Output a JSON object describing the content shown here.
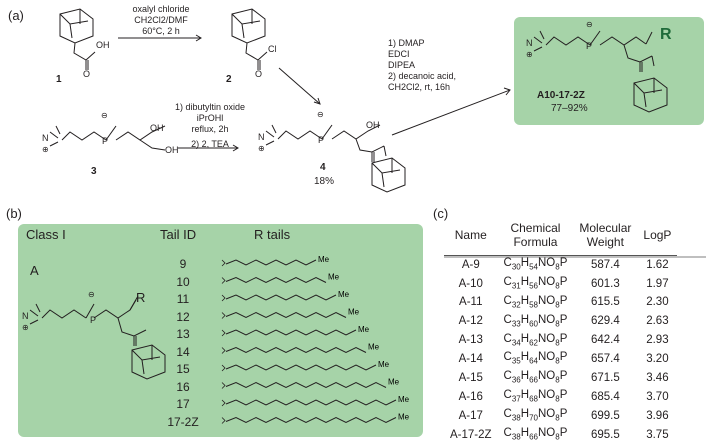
{
  "panels": {
    "a": "(a)",
    "b": "(b)",
    "c": "(c)"
  },
  "scheme": {
    "step1": [
      "oxalyl chloride",
      "CH2Cl2/DMF",
      "60°C, 2 h"
    ],
    "step2": [
      "1) dibutyltin oxide",
      "iPrOHl",
      "reflux, 2h",
      "2) 2, TEA"
    ],
    "step3": [
      "1) DMAP",
      "EDCI",
      "DIPEA",
      "2) decanoic acid,",
      "CH2Cl2, rt, 16h"
    ],
    "compounds": {
      "c1": "1",
      "c2": "2",
      "c3": "3",
      "c4": "4",
      "c4_yield": "18%",
      "product_name": "A10-17-2Z",
      "product_yield": "77–92%",
      "r_group": "R"
    },
    "atoms": {
      "oh": "OH",
      "o": "O",
      "cl": "Cl",
      "p": "P",
      "n": "N",
      "minus": "⊖",
      "plus": "⊕"
    }
  },
  "panel_b": {
    "class_header": "Class I",
    "tail_header": "Tail ID",
    "r_header": "R tails",
    "class_name": "A",
    "r_label": "R",
    "tail_ids": [
      "9",
      "10",
      "11",
      "12",
      "13",
      "14",
      "15",
      "16",
      "17",
      "17-2Z"
    ],
    "tail_end": "Me",
    "tail_carbons": [
      9,
      10,
      11,
      12,
      13,
      14,
      15,
      16,
      17,
      17
    ]
  },
  "panel_c": {
    "headers": {
      "name": "Name",
      "formula_1": "Chemical",
      "formula_2": "Formula",
      "mw_1": "Molecular",
      "mw_2": "Weight",
      "logp": "LogP"
    },
    "rows": [
      {
        "name": "A-9",
        "formula": "C30H54NO8P",
        "mw": "587.4",
        "logp": "1.62"
      },
      {
        "name": "A-10",
        "formula": "C31H56NO8P",
        "mw": "601.3",
        "logp": "1.97"
      },
      {
        "name": "A-11",
        "formula": "C32H58NO8P",
        "mw": "615.5",
        "logp": "2.30"
      },
      {
        "name": "A-12",
        "formula": "C33H60NO8P",
        "mw": "629.4",
        "logp": "2.63"
      },
      {
        "name": "A-13",
        "formula": "C34H62NO8P",
        "mw": "642.4",
        "logp": "2.93"
      },
      {
        "name": "A-14",
        "formula": "C35H64NO8P",
        "mw": "657.4",
        "logp": "3.20"
      },
      {
        "name": "A-15",
        "formula": "C36H66NO8P",
        "mw": "671.5",
        "logp": "3.46"
      },
      {
        "name": "A-16",
        "formula": "C37H68NO8P",
        "mw": "685.4",
        "logp": "3.70"
      },
      {
        "name": "A-17",
        "formula": "C38H70NO8P",
        "mw": "699.5",
        "logp": "3.96"
      },
      {
        "name": "A-17-2Z",
        "formula": "C38H66NO8P",
        "mw": "695.5",
        "logp": "3.75"
      }
    ]
  }
}
